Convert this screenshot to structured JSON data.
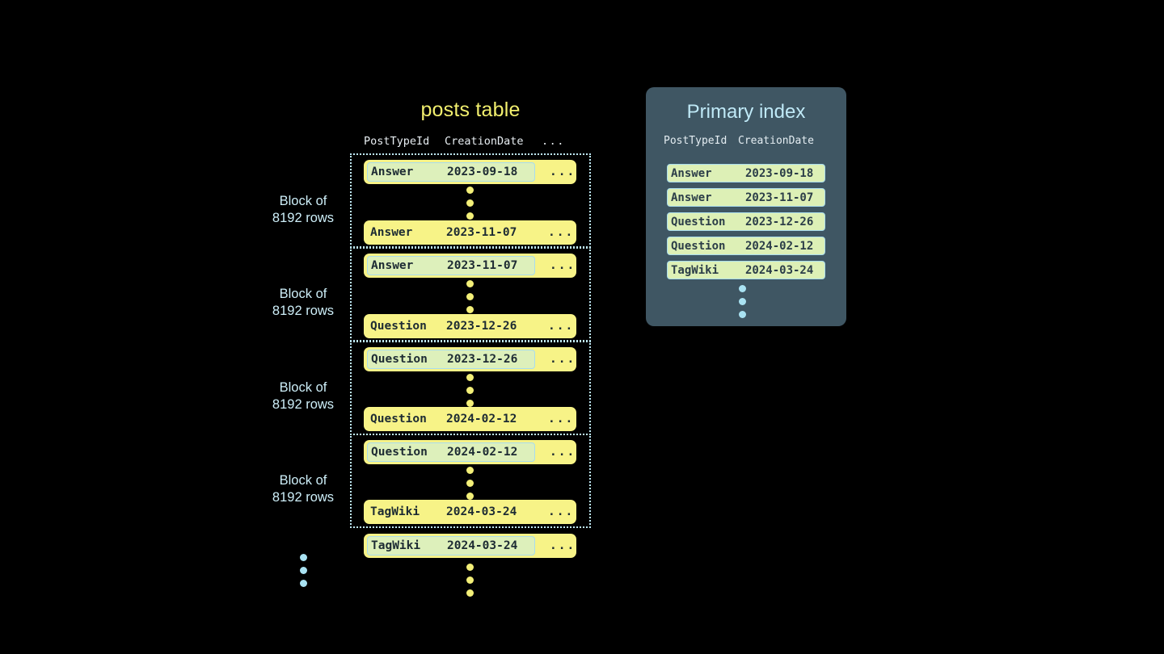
{
  "posts_table": {
    "title": "posts table",
    "columns": [
      "PostTypeId",
      "CreationDate",
      "..."
    ],
    "ellipsis": "...",
    "blocks": [
      {
        "label_line1": "Block of",
        "label_line2": "8192 rows",
        "first_row": {
          "type": "Answer",
          "date": "2023-09-18",
          "more": "...",
          "highlighted": true
        },
        "last_row": {
          "type": "Answer",
          "date": "2023-11-07",
          "more": "...",
          "highlighted": false
        }
      },
      {
        "label_line1": "Block of",
        "label_line2": "8192 rows",
        "first_row": {
          "type": "Answer",
          "date": "2023-11-07",
          "more": "...",
          "highlighted": true
        },
        "last_row": {
          "type": "Question",
          "date": "2023-12-26",
          "more": "...",
          "highlighted": false
        }
      },
      {
        "label_line1": "Block of",
        "label_line2": "8192 rows",
        "first_row": {
          "type": "Question",
          "date": "2023-12-26",
          "more": "...",
          "highlighted": true
        },
        "last_row": {
          "type": "Question",
          "date": "2024-02-12",
          "more": "...",
          "highlighted": false
        }
      },
      {
        "label_line1": "Block of",
        "label_line2": "8192 rows",
        "first_row": {
          "type": "Question",
          "date": "2024-02-12",
          "more": "...",
          "highlighted": true
        },
        "last_row": {
          "type": "TagWiki",
          "date": "2024-03-24",
          "more": "...",
          "highlighted": false
        }
      }
    ],
    "trailing_row": {
      "type": "TagWiki",
      "date": "2024-03-24",
      "more": "...",
      "highlighted": true
    }
  },
  "primary_index": {
    "title": "Primary index",
    "columns": [
      "PostTypeId",
      "CreationDate"
    ],
    "rows": [
      {
        "type": "Answer",
        "date": "2023-09-18"
      },
      {
        "type": "Answer",
        "date": "2023-11-07"
      },
      {
        "type": "Question",
        "date": "2023-12-26"
      },
      {
        "type": "Question",
        "date": "2024-02-12"
      },
      {
        "type": "TagWiki",
        "date": "2024-03-24"
      }
    ]
  },
  "colors": {
    "background": "#000000",
    "row_yellow": "#f7f387",
    "highlight_green": "#ddf0bb",
    "highlight_border": "#a9dced",
    "panel_slate": "#3f5663",
    "accent_blue": "#bfe9f7",
    "accent_yellow": "#f2ef6e"
  }
}
